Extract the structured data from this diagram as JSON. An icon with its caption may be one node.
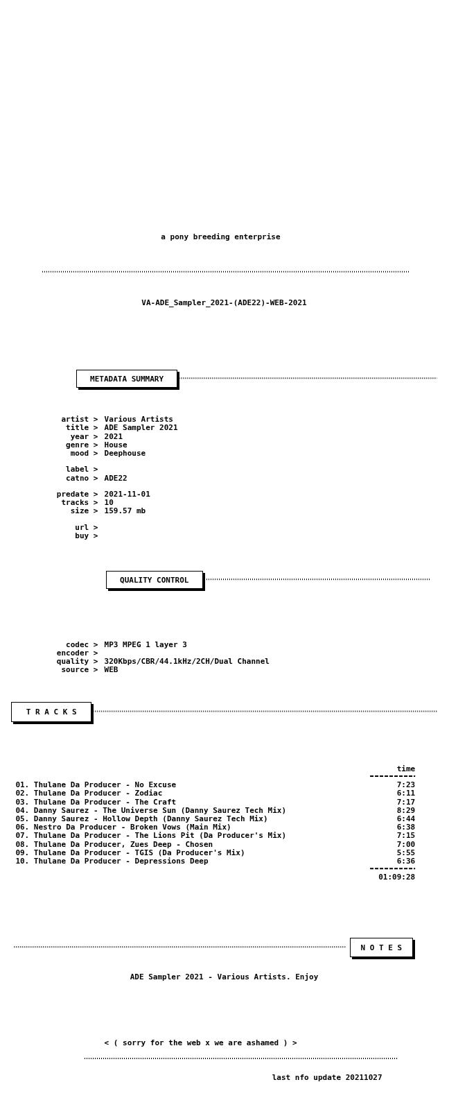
{
  "diagram": {
    "nodes": [
      {
        "text": [
          "METADATA SUMMARY"
        ]
      },
      {
        "text": [
          "QUALITY CONTROL"
        ]
      },
      {
        "text": [
          "T R A C K S"
        ]
      },
      {
        "text": [
          "N O T E S"
        ]
      }
    ],
    "labels": [
      "a pony breeding enterprise",
      "VA-ADE_Sampler_2021-(ADE22)-WEB-2021",
      "artist >",
      "Various Artists",
      "title >",
      "ADE Sampler 2021",
      "year >",
      "2021",
      "genre >",
      "House",
      "mood >",
      "Deephouse",
      "label >",
      "catno >",
      "ADE22",
      "predate >",
      "2021-11-01",
      "tracks >",
      "10",
      "size >",
      "159.57 mb",
      "url >",
      "buy >",
      "codec >",
      "MP3 MPEG 1 layer 3",
      "encoder >",
      "quality >",
      "320Kbps/CBR/44.1kHz/2CH/Dual Channel",
      "source >",
      "WEB",
      "time",
      "01. Thulane Da Producer - No Excuse",
      "7:23",
      "02. Thulane Da Producer - Zodiac",
      "6:11",
      "03. Thulane Da Producer - The Craft",
      "7:17",
      "04. Danny Saurez - The Universe Sun (Danny Saurez Tech Mix)",
      "8:29",
      "05. Danny Saurez - Hollow Depth (Danny Saurez Tech Mix)",
      "6:44",
      "06. Nestro Da Producer - Broken Vows (Main Mix)",
      "6:38",
      "07. Thulane Da Producer - The Lions Pit (Da Producer's Mix)",
      "7:15",
      "08. Thulane Da Producer, Zues Deep - Chosen",
      "7:00",
      "09. Thulane Da Producer - TGIS (Da Producer's Mix)",
      "5:55",
      "10. Thulane Da Producer - Depressions Deep",
      "6:36",
      "01:09:28",
      "ADE Sampler 2021 - Various Artists. Enjoy",
      "< ( sorry for the web x we are ashamed ) >",
      "last nfo update 20211027"
    ]
  }
}
